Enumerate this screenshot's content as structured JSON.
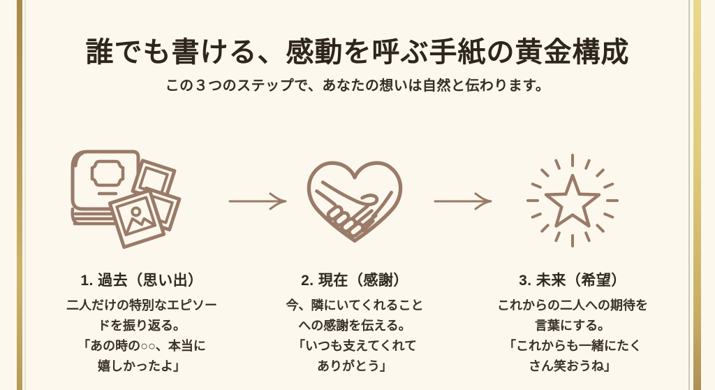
{
  "meta": {
    "language": "ja",
    "kind": "three-step-letter-structure-infographic"
  },
  "colors": {
    "background": "#fcf8ee",
    "gold_border_left": "#b99a5b",
    "gold_border_right": "#dfcc7c",
    "icon_stroke": "#9a7a68",
    "title_text": "#2e261c",
    "body_text": "#3a3128"
  },
  "header": {
    "title": "誰でも書ける、感動を呼ぶ手紙の黄金構成",
    "subtitle": "この３つのステップで、あなたの想いは自然と伝わります。"
  },
  "steps": [
    {
      "icon": "photo-album-icon",
      "heading": "1. 過去（思い出）",
      "body_lines": [
        "二人だけの特別なエピソー",
        "ドを振り返る。",
        "「あの時の○○、本当に",
        "嬉しかったよ」"
      ]
    },
    {
      "icon": "heart-handshake-icon",
      "heading": "2. 現在（感謝）",
      "body_lines": [
        "今、隣にいてくれること",
        "への感謝を伝える。",
        "「いつも支えてくれて",
        "ありがとう」"
      ]
    },
    {
      "icon": "sparkle-star-icon",
      "heading": "3. 未来（希望）",
      "body_lines": [
        "これからの二人への期待を",
        "言葉にする。",
        "「これからも一緒にたく",
        "さん笑おうね」"
      ]
    }
  ]
}
